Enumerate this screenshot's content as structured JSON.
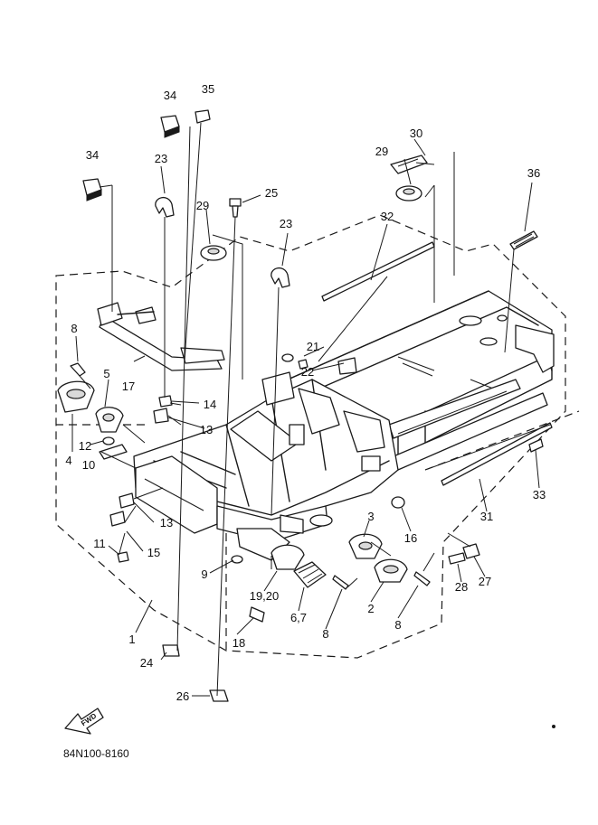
{
  "diagram_code": "84N100-8160",
  "fwd_label": "FWD",
  "callouts": [
    "1",
    "2",
    "3",
    "4",
    "5",
    "6,7",
    "8",
    "8",
    "8",
    "9",
    "10",
    "11",
    "12",
    "13",
    "13",
    "14",
    "15",
    "16",
    "17",
    "18",
    "19,20",
    "21",
    "22",
    "23",
    "23",
    "24",
    "25",
    "26",
    "27",
    "28",
    "29",
    "29",
    "30",
    "31",
    "32",
    "33",
    "34",
    "34",
    "35",
    "36"
  ],
  "line_color": "#1a1a1a",
  "background": "#ffffff"
}
